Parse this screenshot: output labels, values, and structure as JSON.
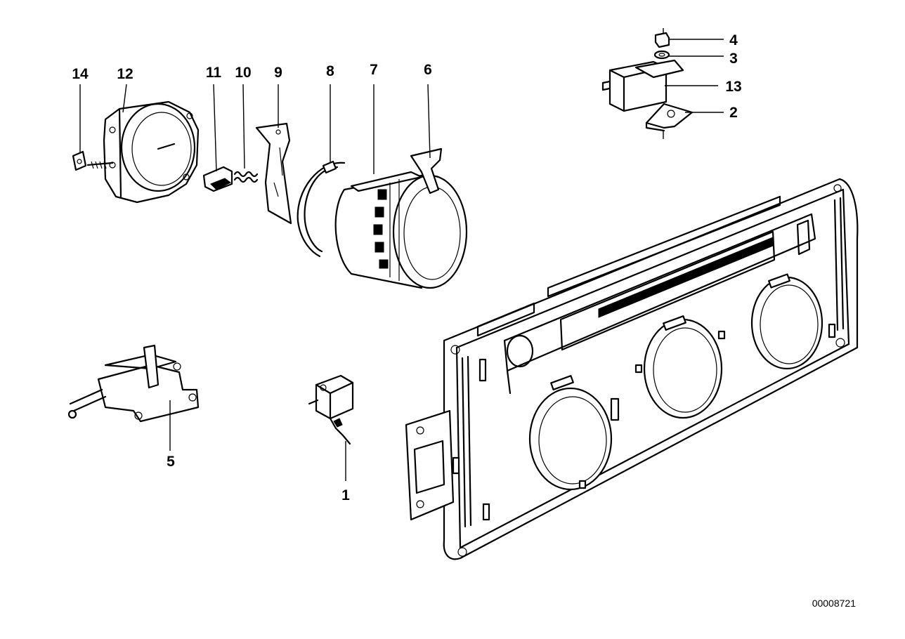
{
  "callouts": [
    {
      "label": "1"
    },
    {
      "label": "2"
    },
    {
      "label": "3"
    },
    {
      "label": "4"
    },
    {
      "label": "5"
    },
    {
      "label": "6"
    },
    {
      "label": "7"
    },
    {
      "label": "8"
    },
    {
      "label": "9"
    },
    {
      "label": "10"
    },
    {
      "label": "11"
    },
    {
      "label": "12"
    },
    {
      "label": "13"
    },
    {
      "label": "14"
    }
  ],
  "document_number": "00008721",
  "colors": {
    "ink": "#000000",
    "background": "#ffffff"
  }
}
